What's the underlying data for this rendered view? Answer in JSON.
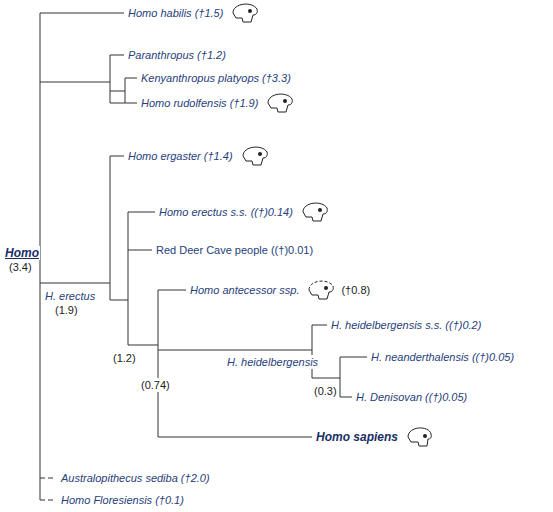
{
  "diagram": {
    "labels": [
      "Homo habilis (†1.5)",
      "Paranthropus (†1.2)",
      "Kenyanthropus platyops (†3.3)",
      "Homo rudolfensis (†1.9)",
      "Homo ergaster (†1.4)",
      "Homo erectus s.s. ((†)0.14)",
      "Red Deer Cave people ((†)0.01)",
      "Homo antecessor ssp.",
      "(†0.8)",
      "H. heidelbergensis s.s. ((†)0.2)",
      "H. neanderthalensis ((†)0.05)",
      "H. Denisovan ((†)0.05)",
      "H. heidelbergensis",
      "(0.3)",
      "Homo sapiens",
      "Australopithecus sediba (†2.0)",
      "Homo Floresiensis (†0.1)",
      "Homo",
      "(3.4)",
      "H. erectus",
      "(1.9)",
      "(1.2)",
      "(0.74)"
    ]
  }
}
